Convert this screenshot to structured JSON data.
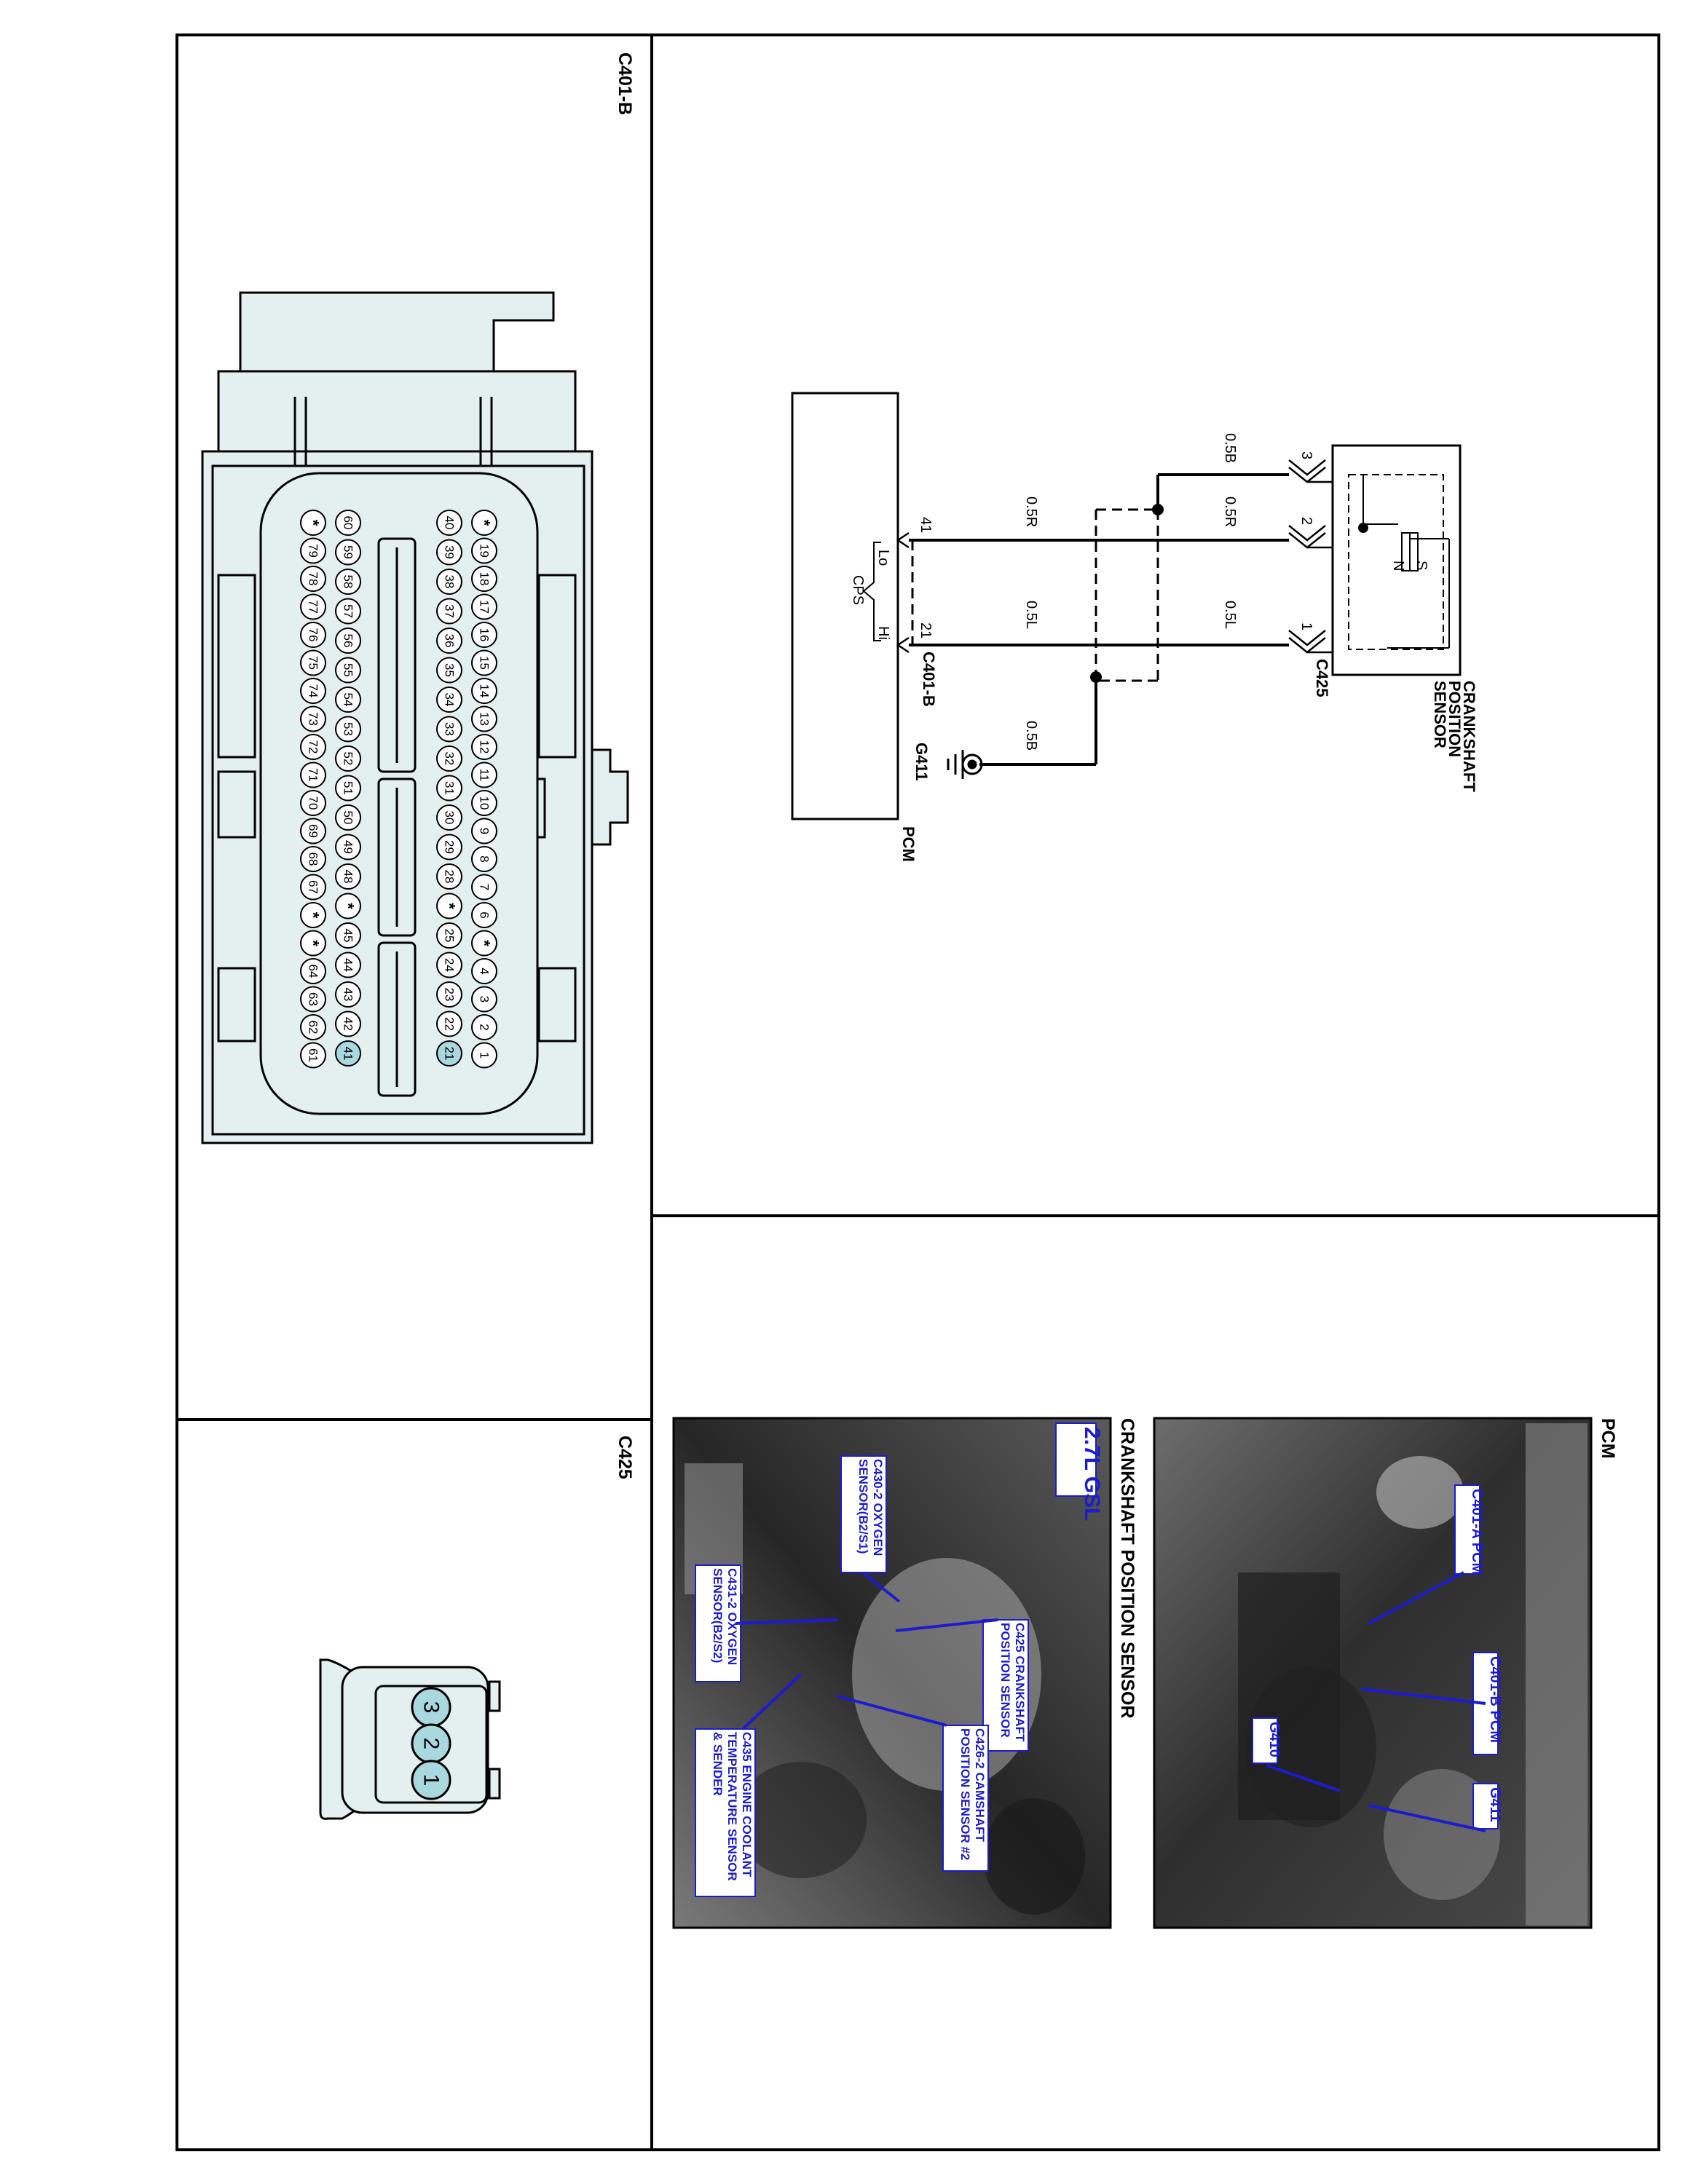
{
  "connector_c401b": {
    "title": "C401-B",
    "row_top": [
      "*",
      "19",
      "18",
      "17",
      "16",
      "15",
      "14",
      "13",
      "12",
      "11",
      "10",
      "9",
      "8",
      "7",
      "6",
      "*",
      "4",
      "3",
      "2",
      "1"
    ],
    "row_2": [
      "40",
      "39",
      "38",
      "37",
      "36",
      "35",
      "34",
      "33",
      "32",
      "31",
      "30",
      "29",
      "28",
      "*",
      "25",
      "24",
      "23",
      "22",
      "21"
    ],
    "row_3": [
      "60",
      "59",
      "58",
      "57",
      "56",
      "55",
      "54",
      "53",
      "52",
      "51",
      "50",
      "49",
      "48",
      "*",
      "45",
      "44",
      "43",
      "42",
      "41"
    ],
    "row_4": [
      "*",
      "79",
      "78",
      "77",
      "76",
      "75",
      "74",
      "73",
      "72",
      "71",
      "70",
      "69",
      "68",
      "67",
      "*",
      "*",
      "64",
      "63",
      "62",
      "61"
    ],
    "highlighted": [
      "21",
      "41"
    ]
  },
  "connector_c425": {
    "title": "C425",
    "pins": [
      "3",
      "2",
      "1"
    ]
  },
  "schematic": {
    "sensor_label": "CRANKSHAFT POSITION SENSOR",
    "sensor_s": "S",
    "sensor_n": "N",
    "connector_c425": "C425",
    "pin3": "3",
    "pin2": "2",
    "pin1": "1",
    "wire_b_upper": "0.5B",
    "wire_r_upper": "0.5R",
    "wire_l_upper": "0.5L",
    "wire_r_lower": "0.5R",
    "wire_l_lower": "0.5L",
    "wire_b_lower": "0.5B",
    "pcm_label": "PCM",
    "pcm_lo": "Lo",
    "pcm_hi": "Hi",
    "pcm_cps": "CPS",
    "pcm_pin41": "41",
    "pcm_pin21": "21",
    "pcm_connector": "C401-B",
    "ground": "G411"
  },
  "photos": {
    "pcm_title": "PCM",
    "pcm_callouts": [
      "C401-A PCM",
      "C401-B PCM",
      "G410",
      "G411"
    ],
    "cps_title": "CRANKSHAFT POSITION SENSOR",
    "engine_tag": "2.7L GSL",
    "cps_callouts": [
      "C430-2 OXYGEN SENSOR(B2/S1)",
      "C425 CRANKSHAFT POSITION SENSOR",
      "C431-2 OXYGEN SENSOR(B2/S2)",
      "C426-2 CAMSHAFT POSITION SENSOR #2",
      "C435 ENGINE COOLANT TEMPERATURE SENSOR & SENDER"
    ]
  },
  "colors": {
    "connector_fill": "#e4eff0",
    "highlight_pin": "#a9d8df",
    "callout_blue": "#1b1bd0",
    "photo_dark": "#3a3a3a"
  }
}
